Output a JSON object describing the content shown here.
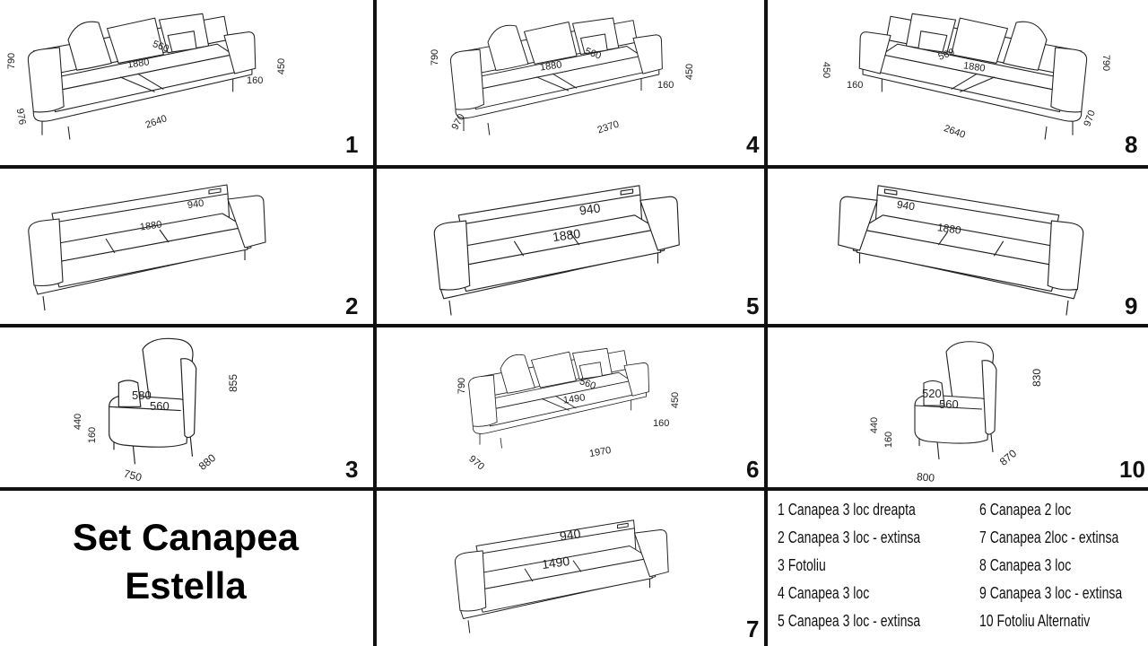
{
  "title": {
    "line1": "Set Canapea",
    "line2": "Estella"
  },
  "cells": {
    "c1": {
      "number": "1",
      "dims": {
        "height": "790",
        "seat_depth": "560",
        "seat_width": "1880",
        "seat_height": "450",
        "leg": "160",
        "depth": "976",
        "width": "2640"
      }
    },
    "c4": {
      "number": "4",
      "dims": {
        "height": "790",
        "seat_depth": "560",
        "seat_width": "1880",
        "seat_height": "450",
        "leg": "160",
        "depth": "970",
        "width": "2370"
      }
    },
    "c8": {
      "number": "8",
      "dims": {
        "seat_height": "450",
        "leg": "160",
        "seat_depth": "560",
        "seat_width": "1880",
        "height": "790",
        "width": "2640",
        "depth": "970"
      }
    },
    "c2": {
      "number": "2",
      "dims": {
        "bed_depth": "940",
        "bed_width": "1880"
      }
    },
    "c5": {
      "number": "5",
      "dims": {
        "bed_depth": "940",
        "bed_width": "1880"
      }
    },
    "c9": {
      "number": "9",
      "dims": {
        "bed_depth": "940",
        "bed_width": "1880"
      }
    },
    "c3": {
      "number": "3",
      "dims": {
        "seat_width": "580",
        "seat_depth": "560",
        "height": "855",
        "seat_height": "440",
        "leg": "160",
        "width": "750",
        "depth": "880"
      }
    },
    "c6": {
      "number": "6",
      "dims": {
        "height": "790",
        "seat_depth": "560",
        "seat_width": "1490",
        "seat_height": "450",
        "leg": "160",
        "depth": "970",
        "width": "1970"
      }
    },
    "c10": {
      "number": "10",
      "dims": {
        "height": "830",
        "seat_width": "520",
        "seat_depth": "560",
        "seat_height": "440",
        "leg": "160",
        "width": "800",
        "depth": "870"
      }
    },
    "c7": {
      "number": "7",
      "dims": {
        "bed_depth": "940",
        "bed_width": "1490"
      }
    }
  },
  "legend": [
    "1 Canapea 3 loc dreapta",
    "2 Canapea 3 loc - extinsa",
    "3 Fotoliu",
    "4 Canapea 3 loc",
    "5 Canapea 3 loc - extinsa",
    "6 Canapea 2 loc",
    "7 Canapea 2loc - extinsa",
    "8 Canapea 3 loc",
    "9 Canapea 3 loc - extinsa",
    "10 Fotoliu Alternativ"
  ],
  "colors": {
    "line": "#111111",
    "background": "#ffffff"
  }
}
